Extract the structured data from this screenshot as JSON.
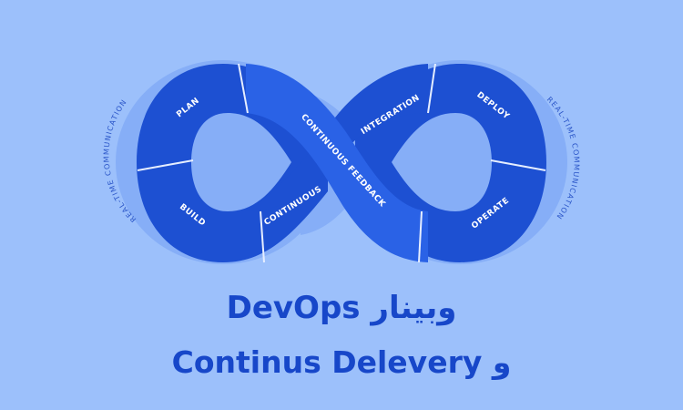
{
  "diagram": {
    "labels": {
      "plan": "PLAN",
      "build": "BUILD",
      "continuous": "CONTINUOUS",
      "continuous_feedback": "CONTINUOUS FEEDBACK",
      "integration": "INTEGRATION",
      "deploy": "DEPLOY",
      "operate": "OPERATE",
      "left_ring": "REAL-TIME COMMUNICATION",
      "right_ring": "REAL-TIME COMMUNICATION"
    },
    "colors": {
      "background": "#9cc0fb",
      "halo": "#86aef7",
      "band": "#1d50d2",
      "band_cross": "#2a62e6",
      "divider": "#e6eeff",
      "title": "#1747c9"
    }
  },
  "title": {
    "line1": "وبینار DevOps",
    "line2": "و Continus Delevery"
  }
}
